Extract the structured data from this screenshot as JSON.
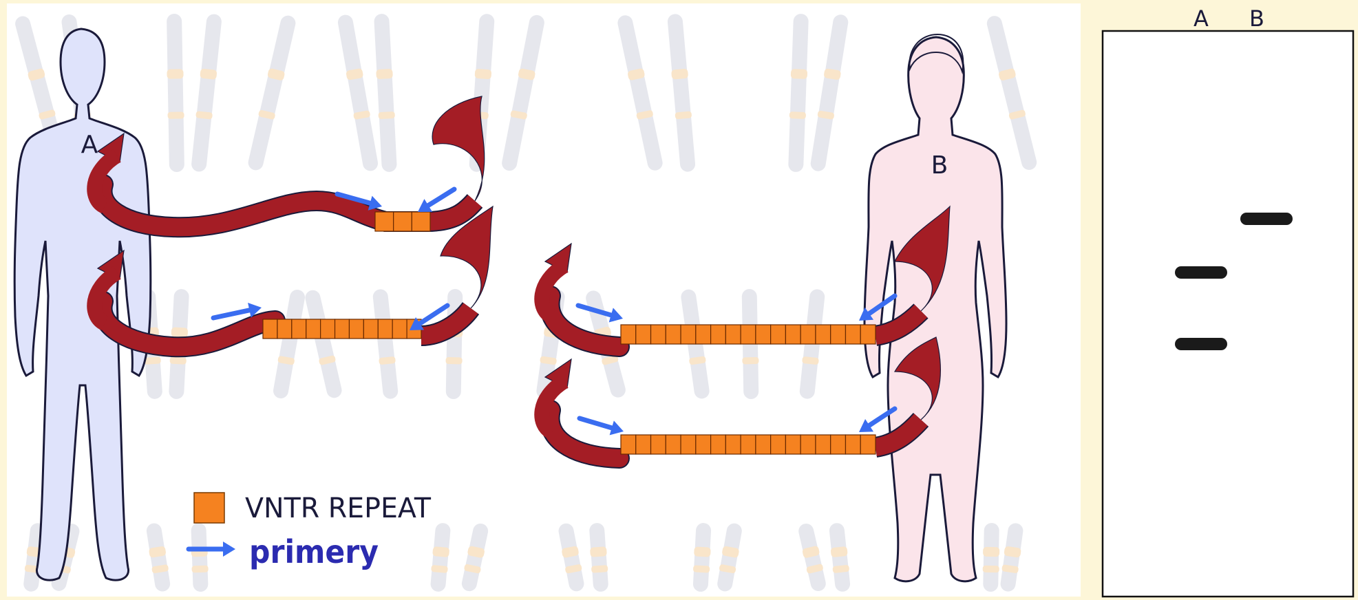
{
  "person_a": {
    "label": "A",
    "body_color": "#dfe3fb"
  },
  "person_b": {
    "label": "B",
    "body_color": "#fbe4ea"
  },
  "legend": {
    "repeat_label": "VNTR REPEAT",
    "primer_label": "primery",
    "repeat_color": "#f58220",
    "primer_color": "#3a6df0",
    "primer_text_color": "#2b2bb0"
  },
  "colors": {
    "ribbon": "#a41d25",
    "ribbon_highlight": "#c8323a",
    "outline": "#1a1a3a",
    "chromosome_grey": "#c9ccd8",
    "chromosome_orange": "#f2c68c",
    "background": "#fdf6d8",
    "gel_band": "#1a1a1a"
  },
  "ribbons": [
    {
      "person": "A",
      "allele": 1,
      "repeat_count": 3
    },
    {
      "person": "A",
      "allele": 2,
      "repeat_count": 11
    },
    {
      "person": "B",
      "allele": 1,
      "repeat_count": 17
    },
    {
      "person": "B",
      "allele": 2,
      "repeat_count": 17
    }
  ],
  "gel": {
    "lanes": [
      "A",
      "B"
    ],
    "bands": [
      {
        "lane": "A",
        "allele_repeats": 3
      },
      {
        "lane": "A",
        "allele_repeats": 11
      },
      {
        "lane": "B",
        "allele_repeats": 17
      }
    ]
  }
}
